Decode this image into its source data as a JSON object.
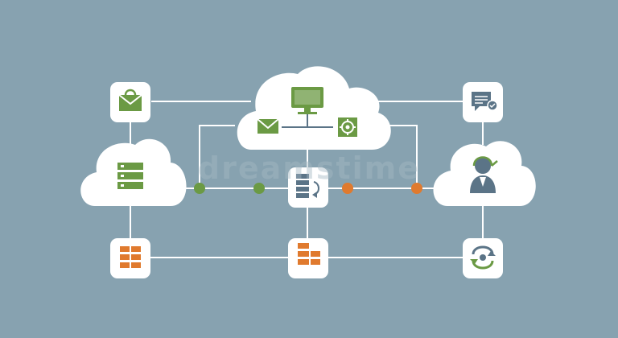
{
  "watermark": "dreamstime",
  "colors": {
    "background": "#87a2b0",
    "node_fill": "#ffffff",
    "line": "#ffffff",
    "green": "#6b9a44",
    "orange": "#e07a2e",
    "slate": "#5b7487",
    "watermark": "#a5b9c4"
  },
  "nodes": [
    {
      "id": "top-cloud",
      "kind": "cloud",
      "icons": [
        "monitor-icon",
        "email-icon",
        "settings-gear-icon"
      ]
    },
    {
      "id": "left-cloud",
      "kind": "cloud",
      "icons": [
        "server-rack-icon"
      ]
    },
    {
      "id": "right-cloud",
      "kind": "cloud",
      "icons": [
        "support-agent-icon"
      ]
    },
    {
      "id": "mail-box",
      "kind": "rounded-square",
      "icons": [
        "secure-mail-icon"
      ]
    },
    {
      "id": "chat-box",
      "kind": "rounded-square",
      "icons": [
        "chat-approved-icon"
      ]
    },
    {
      "id": "database-box",
      "kind": "rounded-square",
      "icons": [
        "database-icon"
      ]
    },
    {
      "id": "storage-left-box",
      "kind": "rounded-square",
      "icons": [
        "storage-icon"
      ]
    },
    {
      "id": "storage-center-box",
      "kind": "rounded-square",
      "icons": [
        "storage-stack-icon"
      ]
    },
    {
      "id": "sync-box",
      "kind": "rounded-square",
      "icons": [
        "sync-people-icon"
      ]
    }
  ],
  "connector_dots": [
    "green",
    "green",
    "orange",
    "orange"
  ]
}
